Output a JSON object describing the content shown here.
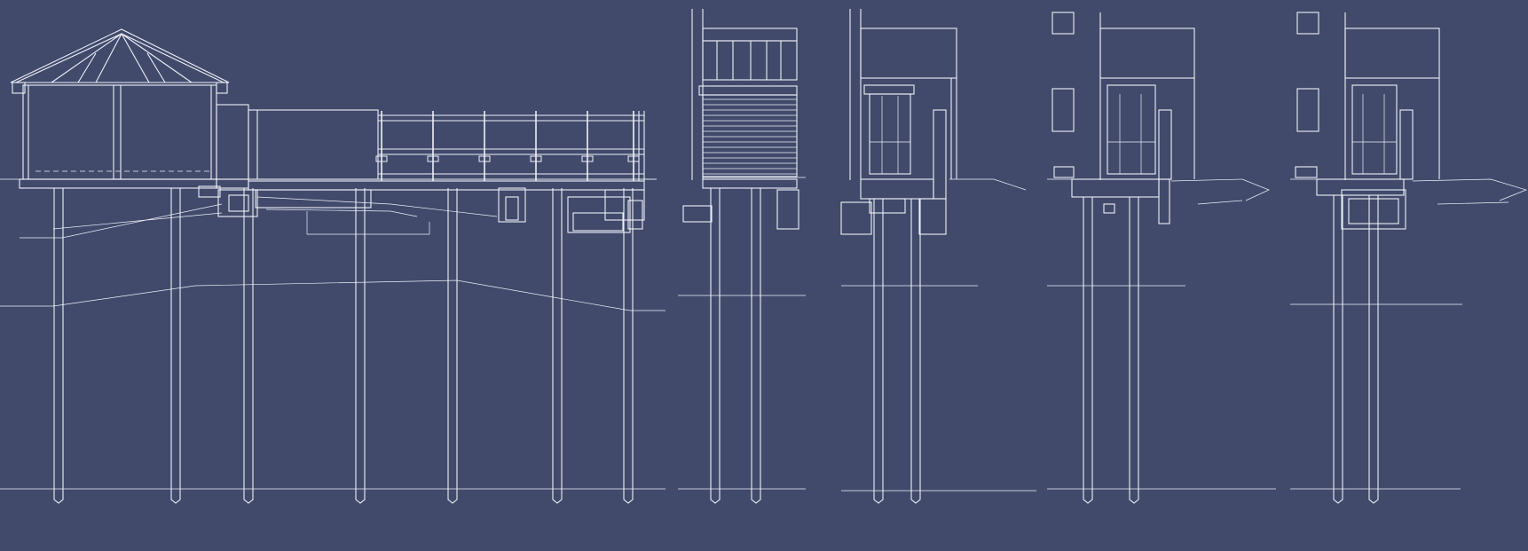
{
  "drawing": {
    "background_color": "#414a6b",
    "line_color": "#eef0f8",
    "hatch_color": "#c9cde0",
    "sections": [
      {
        "id": "long-section",
        "pile_count": 7
      },
      {
        "id": "cross-section-1",
        "pile_count": 2
      },
      {
        "id": "cross-section-2",
        "pile_count": 2
      },
      {
        "id": "cross-section-3",
        "pile_count": 2
      },
      {
        "id": "cross-section-4",
        "pile_count": 2
      }
    ]
  }
}
